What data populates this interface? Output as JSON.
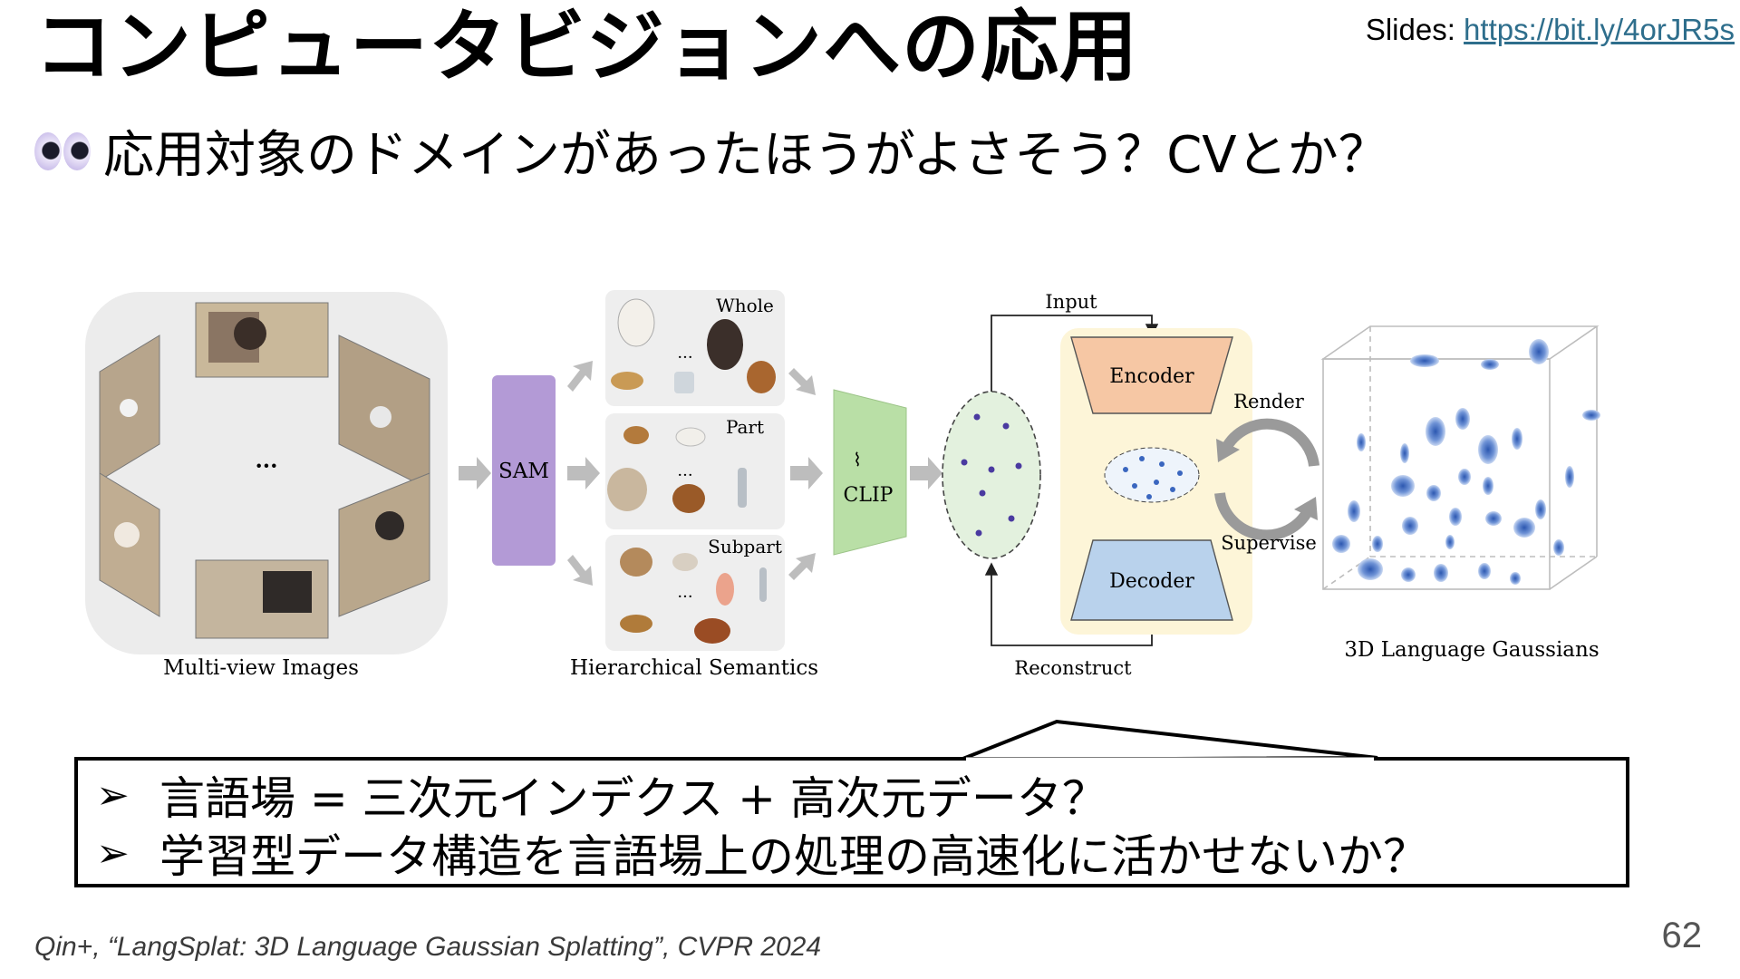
{
  "slide": {
    "title": "コンピュータビジョンへの応用",
    "slides_link_label": "Slides: ",
    "slides_link_url": "https://bit.ly/4orJR5s",
    "subtitle_icon": "eyes-emoji",
    "subtitle": "応用対象のドメインがあったほうがよさそう？CVとか？",
    "page_number": "62",
    "citation": "Qin+, “LangSplat: 3D Language Gaussian Splatting”, CVPR 2024"
  },
  "figure": {
    "multi_view_label": "Multi-view Images",
    "ellipsis": "···",
    "sam_label": "SAM",
    "clip_label": "CLIP",
    "whole_label": "Whole",
    "part_label": "Part",
    "subpart_label": "Subpart",
    "hierarchical_label": "Hierarchical Semantics",
    "input_label": "Input",
    "encoder_label": "Encoder",
    "decoder_label": "Decoder",
    "render_label": "Render",
    "supervise_label": "Supervise",
    "reconstruct_label": "Reconstruct",
    "gaussians_label": "3D Language Gaussians",
    "colors": {
      "sam": "#b39ad6",
      "clip": "#b9dfa6",
      "encoder": "#f6c7a4",
      "decoder": "#b9d2ec",
      "highlight": "#fdf5d8",
      "gaussian": "#3f6fc0"
    }
  },
  "callout": {
    "marker": "➢",
    "bullets": [
      "言語場 = 三次元インデクス + 高次元データ？",
      "学習型データ構造を言語場上の処理の高速化に活かせないか？"
    ]
  }
}
